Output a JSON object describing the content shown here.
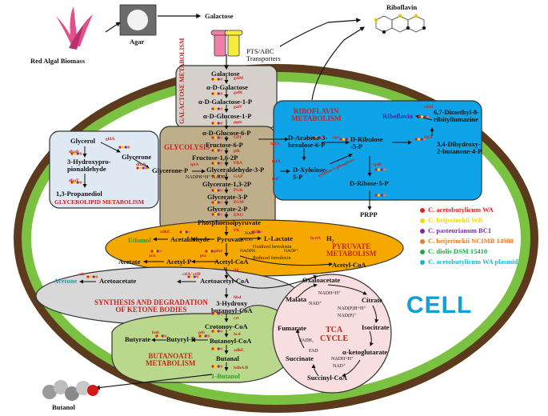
{
  "top": {
    "red_algal_biomass": "Red Algal Biomass",
    "agar": "Agar",
    "galactose": "Galactose",
    "transporters": "PTS/ABC\nTransporters",
    "riboflavin": "Riboflavin",
    "butanol": "Butanol",
    "cell": "CELL"
  },
  "galactose_metabolism": {
    "title": "GALACTOSE METABOLISM",
    "metabolites": [
      "Galactose",
      "α-D-Galactose",
      "α-D-Galactose-1-P",
      "α-D-Glucose-1-P"
    ],
    "enzymes": [
      "galM",
      "galK",
      "galT",
      "pgm"
    ]
  },
  "glycolysis": {
    "title": "GLYCOLYSIS",
    "metabolites": [
      "α-D-Glucose-6-P",
      "Fructose-6-P",
      "Fructose-1,6-2P",
      "Glyceraldehyde-3-P",
      "Glycerate-1,3-2P",
      "Glycerate-3-P",
      "Glycerate-2-P",
      "Phosphoenolpyruvate"
    ],
    "enzymes": [
      "GPI",
      "pfk",
      "FBA",
      "GAP",
      "PGK",
      "PGM",
      "ENO",
      "tpiA",
      "PK"
    ],
    "glycerone": "Glycerone-P",
    "cofactor": "NADPH+H⁺ NADP⁺"
  },
  "glycerolipid": {
    "title": "1,3-Propanediol GLYCEROLIPID METABOLISM",
    "metabolites": [
      "Glycerol",
      "3-Hydroxypro-\npionaldehyde",
      "Glycerone",
      "1,3-Propanediol"
    ],
    "enzymes": [
      "gldA",
      "dhaB",
      "dhaK",
      "dhaT"
    ]
  },
  "riboflavin_metabolism": {
    "title": "RIBOFLAVIN\nMETABOLISM",
    "metabolites": [
      "Riboflavin",
      "6,7-Dimethyl-8-\nribityllumazine",
      "3,4-Dihydroxy-\n2-butanone-4-P",
      "D-Arabino-3-\nhexulose-6-P",
      "D-Ribulose\n-5-P",
      "D-Xylulose-\n5-P",
      "D-Ribose-5-P",
      "PRPP"
    ],
    "enzymes": [
      "ribH",
      "ribA",
      "hxlA",
      "rpe",
      "rpiB",
      "tktA",
      "talC",
      "xylulose-5-phosphate"
    ]
  },
  "pyruvate_metabolism": {
    "title": "PYRUVATE\nMETABOLISM",
    "metabolites": [
      "Ethanol",
      "Acetaldehyde",
      "Pyruvate",
      "L-Lactate",
      "H₂",
      "Acetate",
      "Acetyl-P",
      "Acetyl-CoA",
      "Acetyl-CoA",
      "Oxidized ferredoxin",
      "Reduced ferredoxin",
      "NADPH",
      "NADP⁺",
      "NADH",
      "NAD⁺"
    ],
    "enzymes": [
      "adhE",
      "ldh",
      "ack",
      "pta",
      "pfor",
      "hydA"
    ]
  },
  "ketone": {
    "title": "SYNTHESIS AND DEGRADATION\nOF KETONE BODIES",
    "metabolites": [
      "Acetone",
      "Acetoacetate",
      "Acetoacetyl-CoA"
    ],
    "enzymes": [
      "adc",
      "ctfA/ ctfB",
      "thl"
    ]
  },
  "butanoate": {
    "title": "BUTANOATE\nMETABOLISM",
    "metabolites": [
      "3-Hydroxy\nbutanoyl-CoA",
      "Crotonoy-CoA",
      "Butyrate",
      "Butyryl-P",
      "Butanoyl-CoA",
      "Butanal",
      "1-Butanol"
    ],
    "enzymes": [
      "hbd",
      "crt",
      "buk",
      "ptb",
      "bcd",
      "adhE",
      "bdhA/B"
    ]
  },
  "tca": {
    "title": "TCA\nCYCLE",
    "metabolites": [
      "Oxaloacetate",
      "Citrate",
      "Malata",
      "Isocitrate",
      "Fumarate",
      "α-ketoglutarate",
      "Succinate",
      "Succinyl-CoA"
    ],
    "cofactors": [
      "NADH+H⁺",
      "NAD⁺",
      "NAD(P)H+H⁺",
      "NAD(P)⁺",
      "FADH₂",
      "FAD",
      "NADH+H⁺",
      "NAD⁺"
    ]
  },
  "legend": [
    {
      "label": "C. acetobutylicum WA",
      "color": "#e8201c"
    },
    {
      "label": "C. beijerinckii WB",
      "color": "#f0d800"
    },
    {
      "label": "C. pasteurianum BC1",
      "color": "#7a2aa8"
    },
    {
      "label": "C. beijerinckii NCIMB 14988",
      "color": "#f07a1c"
    },
    {
      "label": "C. diolis DSM 15410",
      "color": "#1ca84a"
    },
    {
      "label": "C. acetobutylicum WA plasmid",
      "color": "#1ab4d8"
    }
  ]
}
